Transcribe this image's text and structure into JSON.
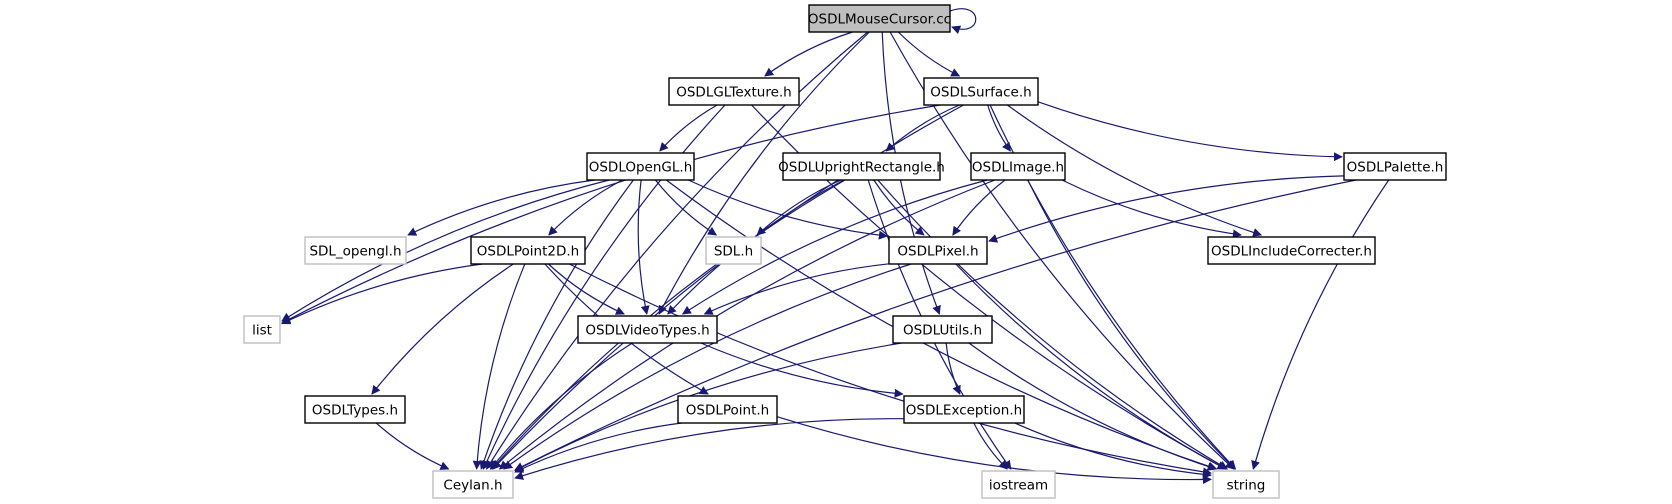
{
  "diagram": {
    "type": "include-dependency-graph",
    "colors": {
      "edge": "#191970",
      "root_fill": "#bfbfbf",
      "external_border": "#bfbfbf",
      "node_border": "#000000"
    },
    "nodes": [
      {
        "id": "mouse",
        "label": "OSDLMouseCursor.cc",
        "kind": "root"
      },
      {
        "id": "gltex",
        "label": "OSDLGLTexture.h",
        "kind": "documented"
      },
      {
        "id": "surface",
        "label": "OSDLSurface.h",
        "kind": "documented"
      },
      {
        "id": "opengl",
        "label": "OSDLOpenGL.h",
        "kind": "documented"
      },
      {
        "id": "upright",
        "label": "OSDLUprightRectangle.h",
        "kind": "documented"
      },
      {
        "id": "image",
        "label": "OSDLImage.h",
        "kind": "documented"
      },
      {
        "id": "palette",
        "label": "OSDLPalette.h",
        "kind": "documented"
      },
      {
        "id": "sdlopengl",
        "label": "SDL_opengl.h",
        "kind": "external"
      },
      {
        "id": "point2d",
        "label": "OSDLPoint2D.h",
        "kind": "documented"
      },
      {
        "id": "sdl",
        "label": "SDL.h",
        "kind": "external"
      },
      {
        "id": "pixel",
        "label": "OSDLPixel.h",
        "kind": "documented"
      },
      {
        "id": "incc",
        "label": "OSDLIncludeCorrecter.h",
        "kind": "documented"
      },
      {
        "id": "list",
        "label": "list",
        "kind": "external"
      },
      {
        "id": "video",
        "label": "OSDLVideoTypes.h",
        "kind": "documented"
      },
      {
        "id": "utils",
        "label": "OSDLUtils.h",
        "kind": "documented"
      },
      {
        "id": "types",
        "label": "OSDLTypes.h",
        "kind": "documented"
      },
      {
        "id": "point",
        "label": "OSDLPoint.h",
        "kind": "documented"
      },
      {
        "id": "exception",
        "label": "OSDLException.h",
        "kind": "documented"
      },
      {
        "id": "ceylan",
        "label": "Ceylan.h",
        "kind": "external"
      },
      {
        "id": "iostream",
        "label": "iostream",
        "kind": "external"
      },
      {
        "id": "string",
        "label": "string",
        "kind": "external"
      }
    ],
    "edges": [
      [
        "mouse",
        "mouse"
      ],
      [
        "mouse",
        "gltex"
      ],
      [
        "mouse",
        "surface"
      ],
      [
        "mouse",
        "ceylan"
      ],
      [
        "mouse",
        "video"
      ],
      [
        "mouse",
        "utils"
      ],
      [
        "mouse",
        "string"
      ],
      [
        "gltex",
        "opengl"
      ],
      [
        "gltex",
        "ceylan"
      ],
      [
        "gltex",
        "string"
      ],
      [
        "surface",
        "upright"
      ],
      [
        "surface",
        "image"
      ],
      [
        "surface",
        "palette"
      ],
      [
        "surface",
        "incc"
      ],
      [
        "surface",
        "list"
      ],
      [
        "surface",
        "ceylan"
      ],
      [
        "surface",
        "string"
      ],
      [
        "opengl",
        "sdlopengl"
      ],
      [
        "opengl",
        "point2d"
      ],
      [
        "opengl",
        "sdl"
      ],
      [
        "opengl",
        "pixel"
      ],
      [
        "opengl",
        "video"
      ],
      [
        "opengl",
        "list"
      ],
      [
        "opengl",
        "ceylan"
      ],
      [
        "opengl",
        "string"
      ],
      [
        "upright",
        "sdl"
      ],
      [
        "upright",
        "pixel"
      ],
      [
        "upright",
        "video"
      ],
      [
        "upright",
        "ceylan"
      ],
      [
        "upright",
        "iostream"
      ],
      [
        "upright",
        "string"
      ],
      [
        "image",
        "pixel"
      ],
      [
        "image",
        "video"
      ],
      [
        "image",
        "incc"
      ],
      [
        "image",
        "ceylan"
      ],
      [
        "image",
        "string"
      ],
      [
        "palette",
        "pixel"
      ],
      [
        "palette",
        "ceylan"
      ],
      [
        "palette",
        "string"
      ],
      [
        "point2d",
        "list"
      ],
      [
        "point2d",
        "video"
      ],
      [
        "point2d",
        "types"
      ],
      [
        "point2d",
        "point"
      ],
      [
        "point2d",
        "ceylan"
      ],
      [
        "point2d",
        "string"
      ],
      [
        "pixel",
        "video"
      ],
      [
        "pixel",
        "ceylan"
      ],
      [
        "pixel",
        "string"
      ],
      [
        "video",
        "exception"
      ],
      [
        "video",
        "ceylan"
      ],
      [
        "utils",
        "exception"
      ],
      [
        "utils",
        "ceylan"
      ],
      [
        "utils",
        "string"
      ],
      [
        "types",
        "ceylan"
      ],
      [
        "point",
        "ceylan"
      ],
      [
        "point",
        "string"
      ],
      [
        "exception",
        "ceylan"
      ],
      [
        "exception",
        "iostream"
      ],
      [
        "exception",
        "string"
      ]
    ]
  }
}
